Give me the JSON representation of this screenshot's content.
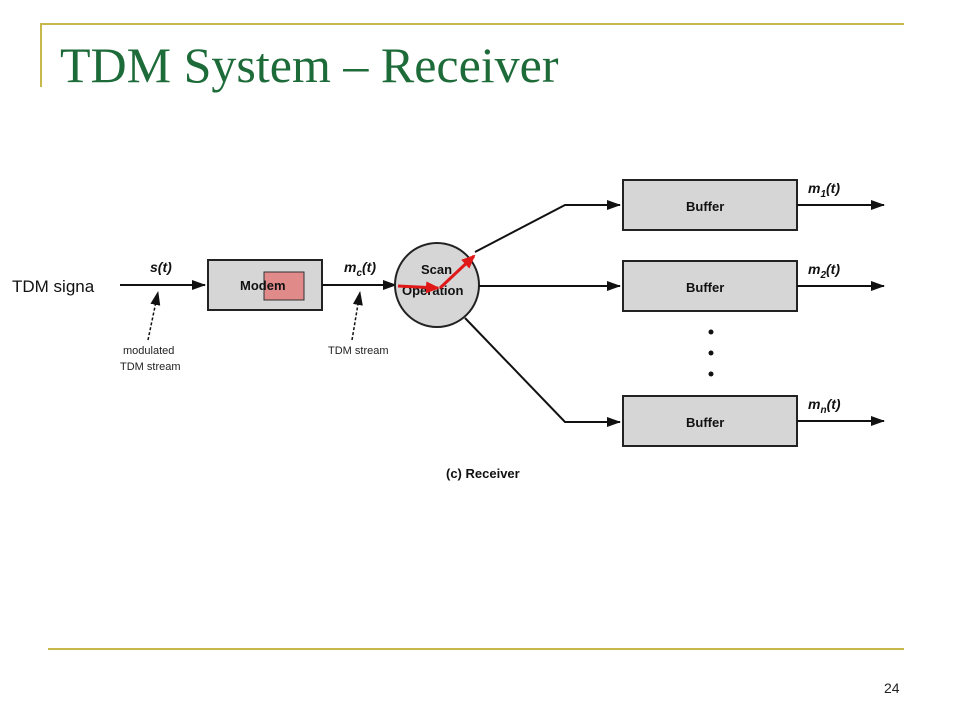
{
  "slide": {
    "title": "TDM System – Receiver",
    "page_number": "24",
    "overlay_label": "TDM signa"
  },
  "diagram": {
    "input_signal": "s(t)",
    "modem_label": "Modem",
    "modulated_note_line1": "modulated",
    "modulated_note_line2": "TDM stream",
    "mc_signal": "m",
    "mc_sub": "c",
    "mc_tail": "(t)",
    "tdm_stream_note": "TDM stream",
    "scan_line1": "Scan",
    "scan_line2": "Operation",
    "buffers": [
      {
        "label": "Buffer",
        "out": "m",
        "sub": "1",
        "tail": "(t)"
      },
      {
        "label": "Buffer",
        "out": "m",
        "sub": "2",
        "tail": "(t)"
      },
      {
        "label": "Buffer",
        "out": "m",
        "sub": "n",
        "tail": "(t)"
      }
    ],
    "caption": "(c) Receiver",
    "colors": {
      "title": "#1e6b3a",
      "frame": "#c8b84a",
      "block": "#d6d6d6",
      "highlight": "#e08a8a",
      "pointer": "#e01818"
    }
  }
}
